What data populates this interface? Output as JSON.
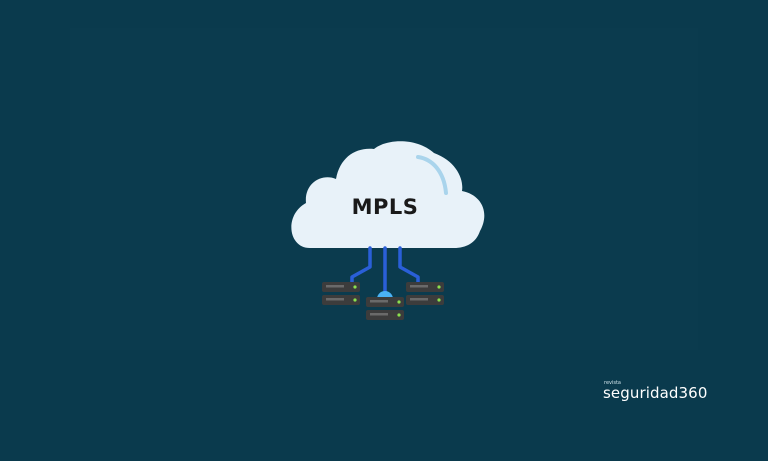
{
  "cloud": {
    "label": "MPLS",
    "icon": "cloud-icon",
    "fill": "#e8f2f9",
    "accent": "#a9d4ec"
  },
  "network": {
    "connector_color": "#2a5fd8",
    "hub_color": "#4ab2f5",
    "server_color": "#3c3c3c",
    "led_color": "#8be04e"
  },
  "brand": {
    "small": "revista",
    "name": "seguridad360"
  },
  "colors": {
    "background": "#0a3a4d"
  }
}
